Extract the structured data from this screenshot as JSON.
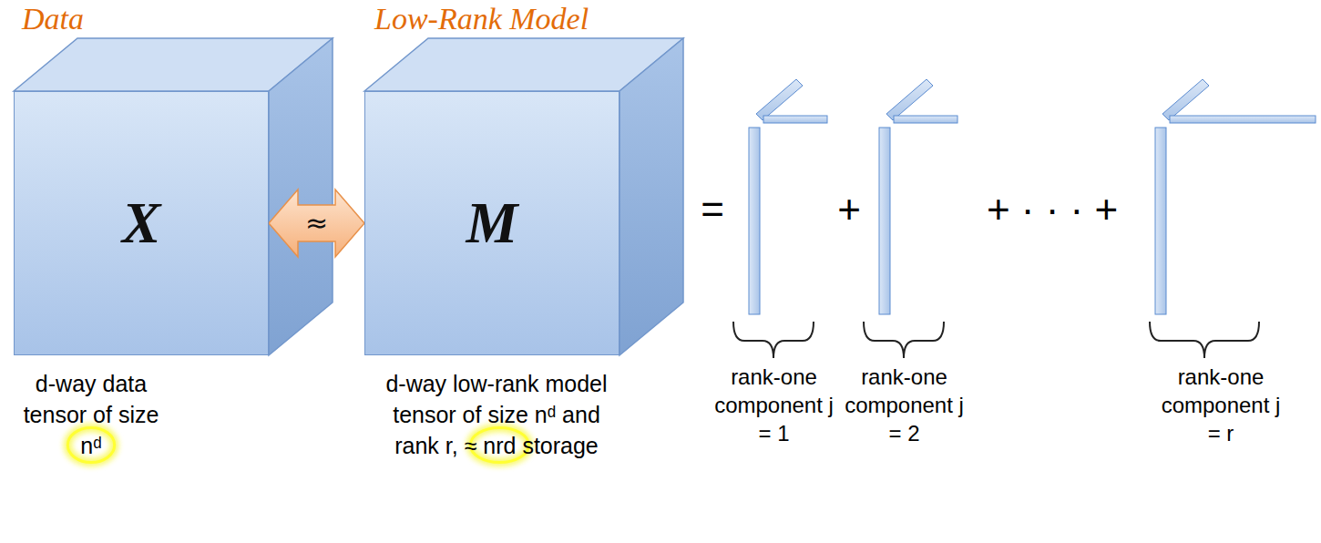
{
  "diagram": {
    "nodes": [
      {
        "text": [
          "Data",
          "X"
        ]
      },
      {
        "text": [
          "Low-Rank Model",
          "M"
        ]
      }
    ],
    "edges": [
      {
        "from": 0,
        "to": 1,
        "arrow": "both",
        "label": "≈"
      }
    ],
    "labels": [
      "d-way data tensor of size nᵈ",
      "d-way low-rank model tensor of size nᵈ and rank r, ≈ nrd storage",
      "=",
      "+",
      "+ · · · +",
      "rank-one component j = 1",
      "rank-one component j = 2",
      "rank-one component j = r"
    ]
  }
}
